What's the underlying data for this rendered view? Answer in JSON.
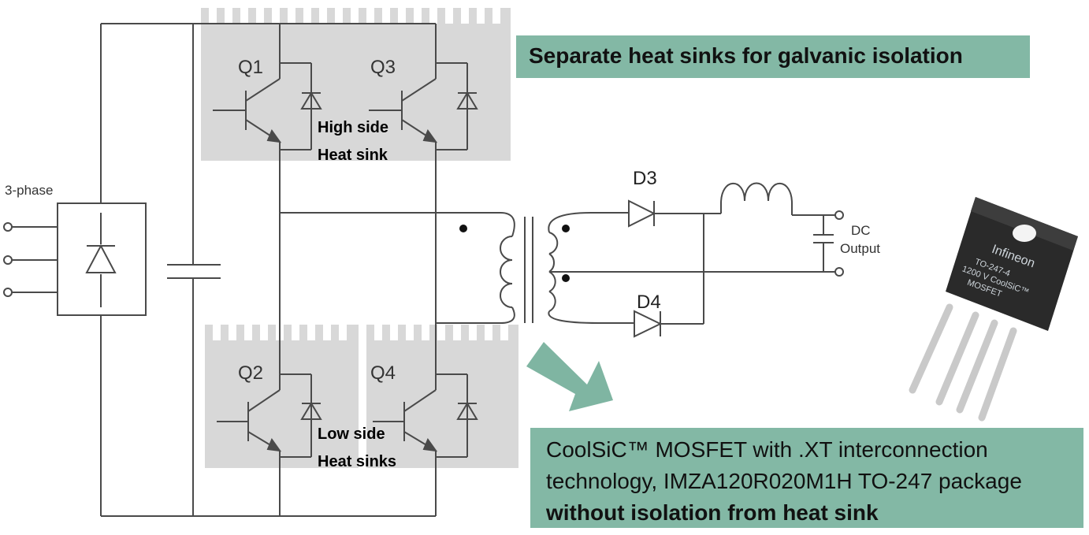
{
  "colors": {
    "accent_box": "#83b8a5",
    "heatsink": "#d8d8d8",
    "wire": "#4a4a4a",
    "arrow": "#7fb5a2"
  },
  "labels": {
    "q1": "Q1",
    "q3": "Q3",
    "q2": "Q2",
    "q4": "Q4",
    "d3": "D3",
    "d4": "D4",
    "three_phase": "3-phase",
    "dc": "DC",
    "output": "Output",
    "high_side_1": "High side",
    "high_side_2": "Heat sink",
    "low_side_1": "Low side",
    "low_side_2": "Heat sinks"
  },
  "callout_top": "Separate heat sinks for galvanic isolation",
  "callout_bottom": {
    "line1": "CoolSiC™ MOSFET with .XT interconnection",
    "line2": "technology, IMZA120R020M1H  TO-247 package",
    "line3": "without isolation from heat sink"
  },
  "package": {
    "brand": "Infineon",
    "line1": "TO-247-4",
    "line2": "1200 V CoolSiC™",
    "line3": "MOSFET"
  }
}
